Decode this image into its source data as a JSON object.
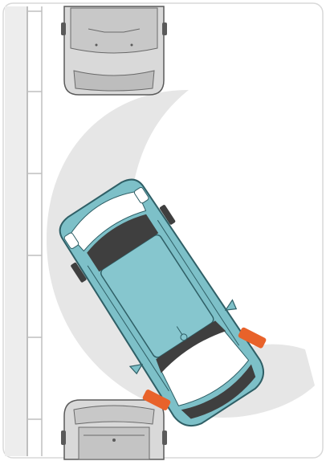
{
  "illustration": {
    "subject": "parallel-parking-maneuver",
    "colors": {
      "background": "#ffffff",
      "road": "#ededed",
      "curb_line": "#bfbfbf",
      "maneuver_arc": "#e3e3e3",
      "parked_car_body": "#d9d9d9",
      "parked_car_outline": "#5a5a5a",
      "maneuvering_car_body": "#7dc0c8",
      "maneuvering_car_dark": "#3f3f3f",
      "wheel_highlight": "#e8622a"
    },
    "cars": [
      {
        "role": "parked-car-front",
        "color_key": "parked_car_body"
      },
      {
        "role": "maneuvering-car",
        "color_key": "maneuvering_car_body"
      },
      {
        "role": "parked-car-rear",
        "color_key": "parked_car_body"
      }
    ],
    "highlighted_wheels": 2
  }
}
